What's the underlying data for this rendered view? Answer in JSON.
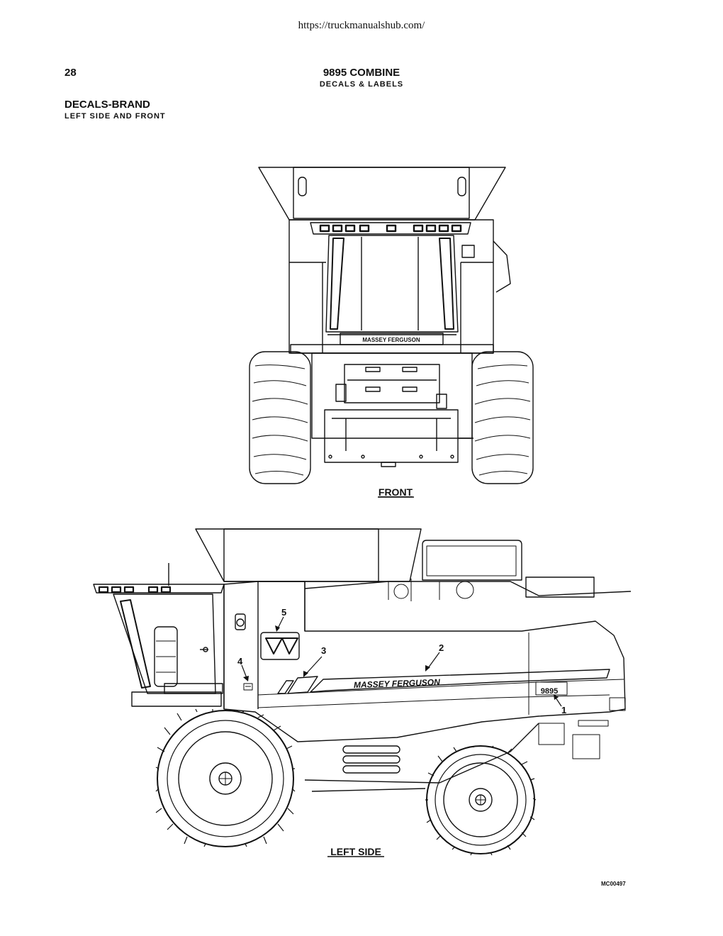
{
  "header": {
    "url": "https://truckmanualshub.com/",
    "page_number": "28",
    "manual_title": "9895 COMBINE",
    "manual_subtitle": "DECALS & LABELS",
    "section_title": "DECALS-BRAND",
    "section_subtitle": "LEFT SIDE AND FRONT"
  },
  "figure": {
    "front_label": "FRONT",
    "side_label": "LEFT SIDE",
    "front_decal_text": "MASSEY FERGUSON",
    "side_decal_text": "MASSEY FERGUSON",
    "model_decal_text": "9895",
    "callouts": [
      "1",
      "2",
      "3",
      "4",
      "5"
    ],
    "figure_code": "MC00497"
  }
}
